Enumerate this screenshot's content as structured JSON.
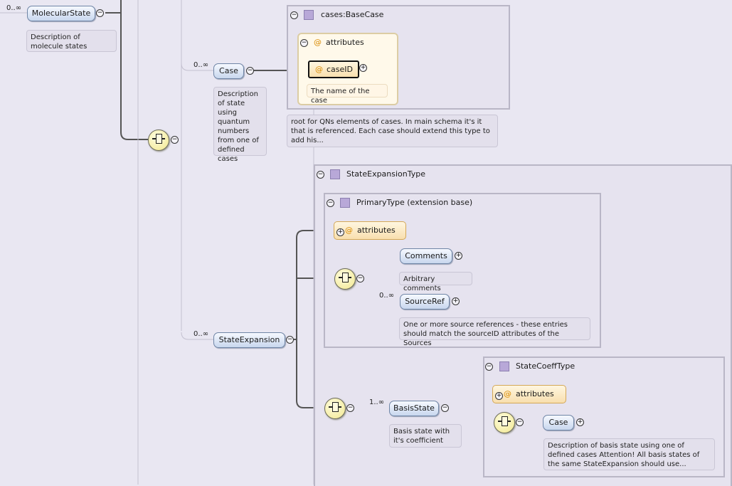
{
  "elements": {
    "molecular_state": {
      "card": "0..∞",
      "label": "MolecularState",
      "doc": "Description of molecule states"
    },
    "case_top": {
      "card": "0..∞",
      "label": "Case",
      "doc": "Description of state using quantum numbers from one of defined cases"
    },
    "base_case_box": {
      "title": "cases:BaseCase",
      "doc": "root for QNs elements of cases. In main schema it's it that is referenced. Each case should extend this type to add his..."
    },
    "base_case_attrs": {
      "label": "attributes"
    },
    "case_id": {
      "label": "caseID",
      "doc": "The name of the case"
    },
    "state_expansion": {
      "card": "0..∞",
      "label": "StateExpansion"
    },
    "state_expansion_type": {
      "title": "StateExpansionType"
    },
    "primary_type": {
      "title": "PrimaryType (extension base)",
      "attrs_label": "attributes"
    },
    "comments": {
      "label": "Comments",
      "doc": "Arbitrary comments"
    },
    "source_ref": {
      "card": "0..∞",
      "label": "SourceRef",
      "doc": "One or more source references - these entries should match the sourceID attributes of the Sources"
    },
    "basis_state": {
      "card": "1..∞",
      "label": "BasisState",
      "doc": "Basis state with it's coefficient"
    },
    "state_coeff_type": {
      "title": "StateCoeffType",
      "attrs_label": "attributes"
    },
    "case_inner": {
      "label": "Case",
      "doc": "Description of basis state using one of defined cases Attention! All basis states of the same StateExpansion should use..."
    }
  },
  "icons": {
    "collapse": "−",
    "expand": "+",
    "attribute": "@"
  }
}
